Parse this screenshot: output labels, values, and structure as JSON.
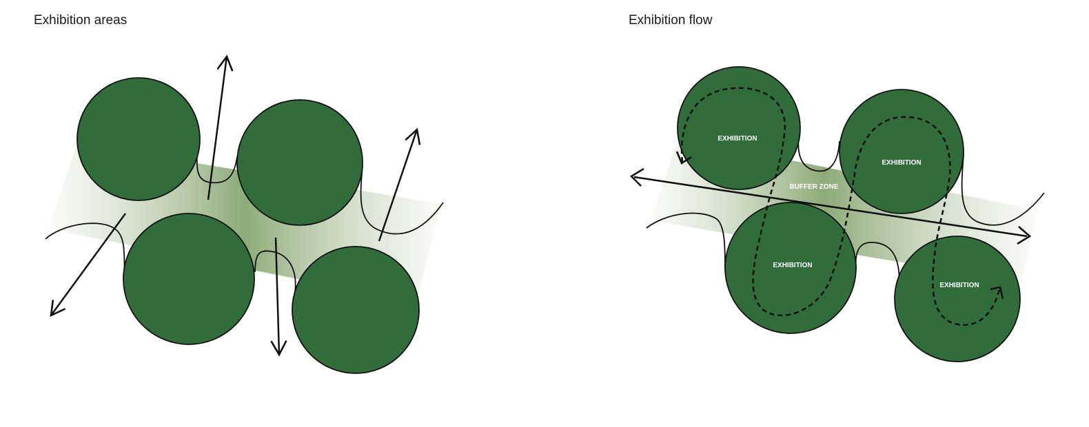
{
  "panels": {
    "left": {
      "title": "Exhibition areas"
    },
    "right": {
      "title": "Exhibition flow",
      "labels": {
        "exhibition_1": "EXHIBITION",
        "exhibition_2": "EXHIBITION",
        "exhibition_3": "EXHIBITION",
        "exhibition_4": "EXHIBITION",
        "buffer_zone": "BUFFER ZONE"
      }
    }
  },
  "colors": {
    "exhibition_fill": "#316d3b",
    "buffer_gradient_center": "#8dab78",
    "buffer_gradient_edge": "#f4f7f0",
    "stroke": "#111111"
  }
}
